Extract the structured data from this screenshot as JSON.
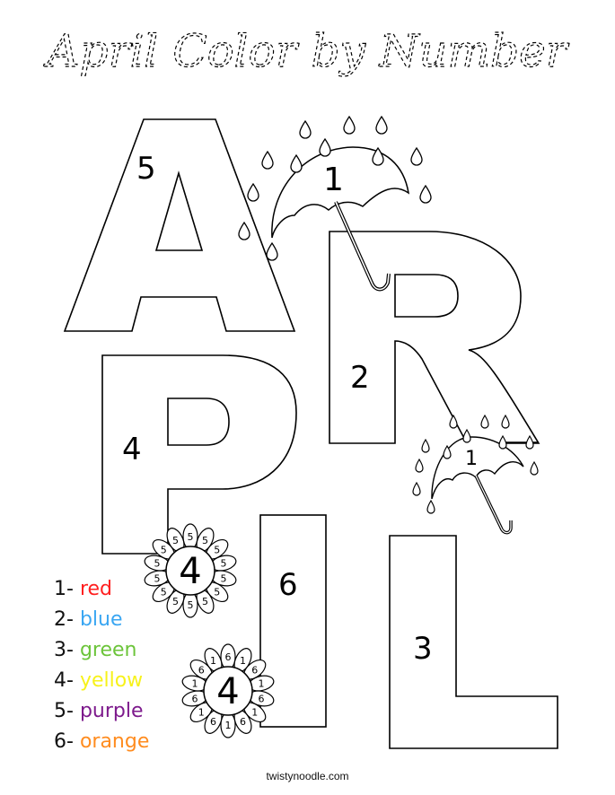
{
  "title": "April Color by Number",
  "letters": [
    {
      "letter": "A",
      "number": "5"
    },
    {
      "letter": "P",
      "number": "4"
    },
    {
      "letter": "R",
      "number": "2"
    },
    {
      "letter": "I",
      "number": "6"
    },
    {
      "letter": "L",
      "number": "3"
    }
  ],
  "umbrellas": [
    {
      "name": "large-umbrella",
      "number": "1"
    },
    {
      "name": "small-umbrella",
      "number": "1"
    }
  ],
  "flowers": [
    {
      "name": "top-flower",
      "center_number": "4",
      "petal_numbers": [
        "5",
        "5",
        "5",
        "5",
        "5",
        "5",
        "5",
        "5",
        "5",
        "5",
        "5",
        "5",
        "5",
        "5"
      ]
    },
    {
      "name": "bottom-flower",
      "center_number": "4",
      "petal_numbers": [
        "6",
        "1",
        "6",
        "1",
        "6",
        "1",
        "6",
        "1",
        "6",
        "1",
        "6",
        "1",
        "6",
        "1"
      ]
    }
  ],
  "legend": [
    {
      "number": "1-",
      "color_name": "red",
      "color": "#ff1f1f"
    },
    {
      "number": "2-",
      "color_name": "blue",
      "color": "#3aa6f2"
    },
    {
      "number": "3-",
      "color_name": "green",
      "color": "#6cc43a"
    },
    {
      "number": "4-",
      "color_name": "yellow",
      "color": "#f7f21b"
    },
    {
      "number": "5-",
      "color_name": "purple",
      "color": "#7d1a8c"
    },
    {
      "number": "6-",
      "color_name": "orange",
      "color": "#ff8c1f"
    }
  ],
  "footer": "twistynoodle.com"
}
